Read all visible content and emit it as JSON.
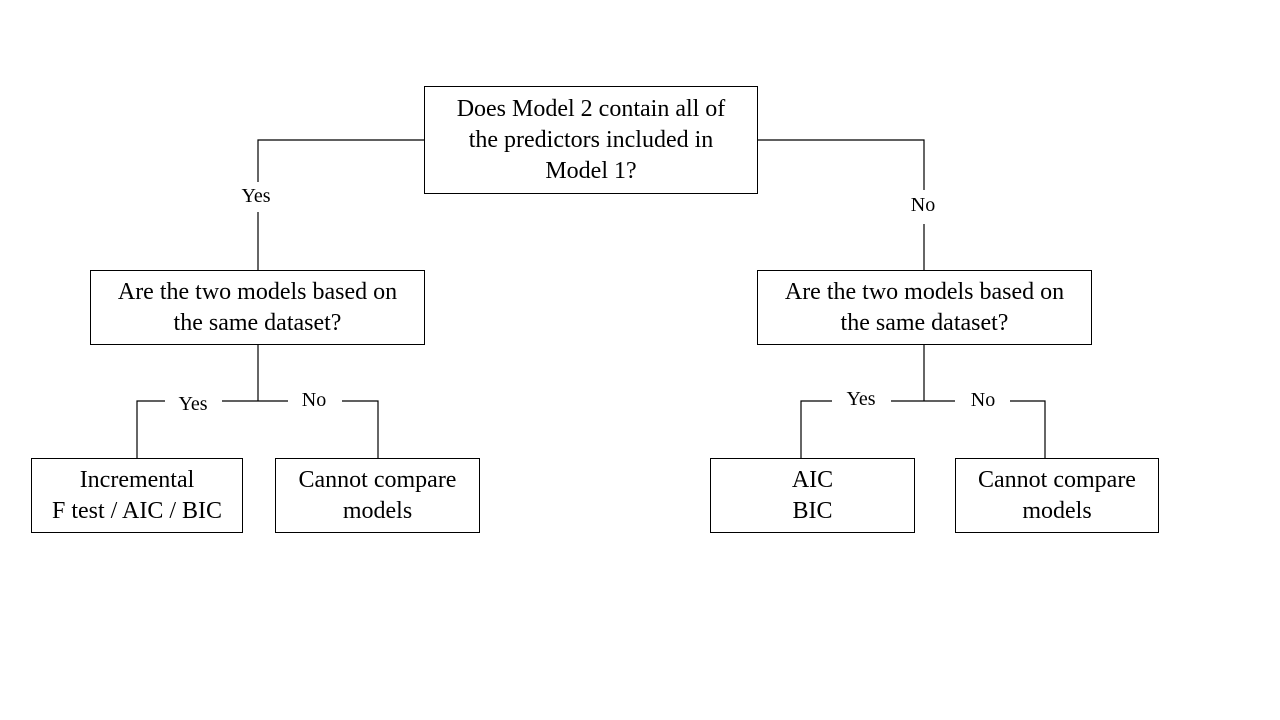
{
  "nodes": {
    "root": [
      "Does Model 2 contain all of",
      "the predictors included in",
      "Model 1?"
    ],
    "left_question": [
      "Are the two models based on",
      "the same dataset?"
    ],
    "right_question": [
      "Are the two models based on",
      "the same dataset?"
    ],
    "left_yes_result": [
      "Incremental",
      "F test / AIC / BIC"
    ],
    "left_no_result": [
      "Cannot compare",
      "models"
    ],
    "right_yes_result": [
      "AIC",
      "BIC"
    ],
    "right_no_result": [
      "Cannot compare",
      "models"
    ]
  },
  "edge_labels": {
    "root_yes": "Yes",
    "root_no": "No",
    "left_yes": "Yes",
    "left_no": "No",
    "right_yes": "Yes",
    "right_no": "No"
  }
}
